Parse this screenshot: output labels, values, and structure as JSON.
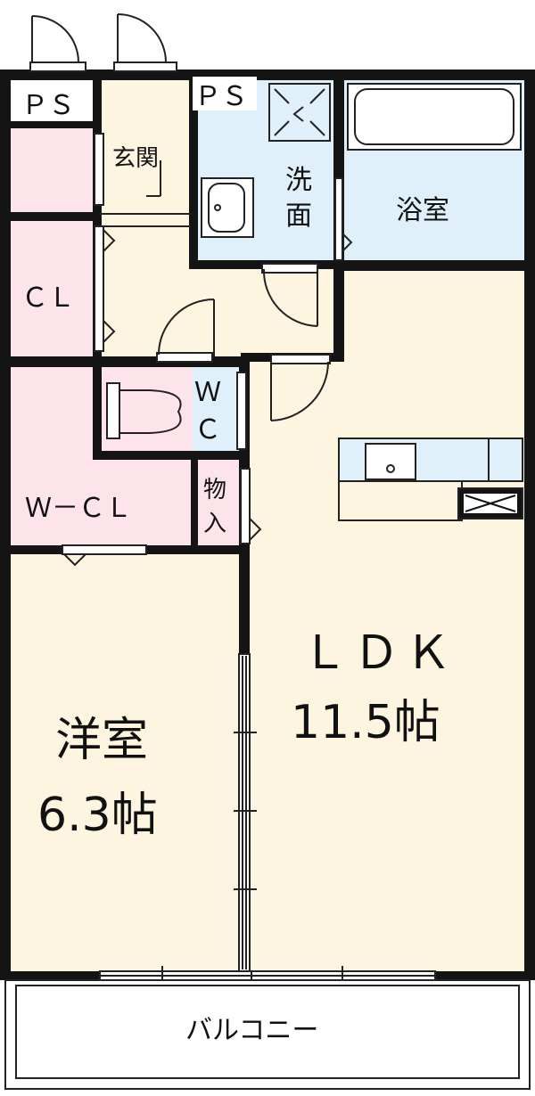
{
  "plan": {
    "colors": {
      "living": "#fdf5df",
      "wet": "#dff0fb",
      "storage": "#fde3ea",
      "wall": "#141414",
      "line": "#222222",
      "background": "#ffffff"
    },
    "rooms": {
      "entrance": "玄関",
      "washroom_1": "洗",
      "washroom_2": "面",
      "bath": "浴室",
      "closet": "ＣＬ",
      "wc_1": "Ｗ",
      "wc_2": "Ｃ",
      "walkin_closet": "Ｗ－ＣＬ",
      "storage_1": "物",
      "storage_2": "入",
      "ldk_name": "ＬＤＫ",
      "ldk_size": "11.5帖",
      "western_name": "洋室",
      "western_size": "6.3帖",
      "balcony": "バルコニー"
    },
    "ps_labels": [
      "ＰＳ",
      "ＰＳ"
    ]
  }
}
